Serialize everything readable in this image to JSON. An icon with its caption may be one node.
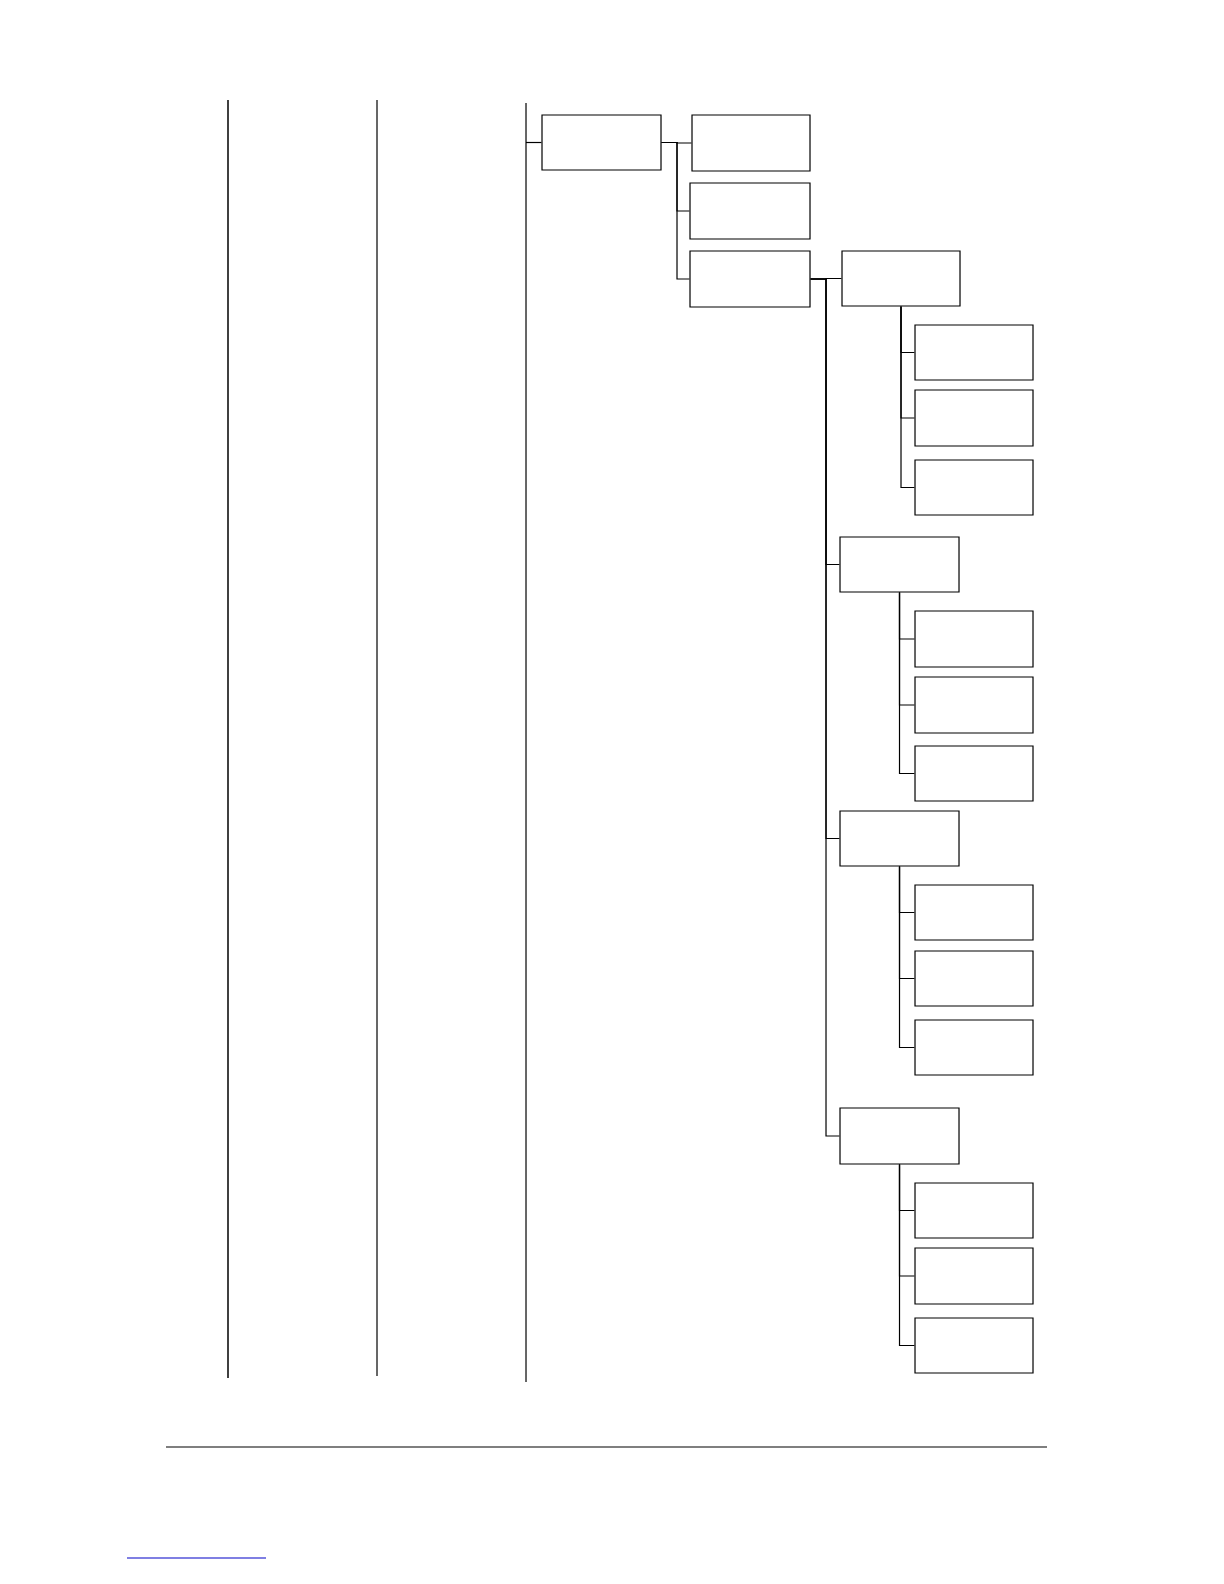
{
  "diagram": {
    "nodes": [
      {
        "text": [],
        "shape": "box"
      },
      {
        "text": [],
        "shape": "box"
      },
      {
        "text": [],
        "shape": "box"
      },
      {
        "text": [],
        "shape": "box"
      },
      {
        "text": [],
        "shape": "box"
      },
      {
        "text": [],
        "shape": "box"
      },
      {
        "text": [],
        "shape": "box"
      },
      {
        "text": [],
        "shape": "box"
      },
      {
        "text": [],
        "shape": "box"
      },
      {
        "text": [],
        "shape": "box"
      },
      {
        "text": [],
        "shape": "box"
      },
      {
        "text": [],
        "shape": "box"
      },
      {
        "text": [],
        "shape": "box"
      },
      {
        "text": [],
        "shape": "box"
      },
      {
        "text": [],
        "shape": "box"
      },
      {
        "text": [],
        "shape": "box"
      },
      {
        "text": [],
        "shape": "box"
      },
      {
        "text": [],
        "shape": "box"
      },
      {
        "text": [],
        "shape": "box"
      },
      {
        "text": [],
        "shape": "box"
      }
    ],
    "edges": [
      {
        "from": null,
        "to": 0,
        "arrow": "none"
      },
      {
        "from": 0,
        "to": 1,
        "arrow": "none"
      },
      {
        "from": 0,
        "to": 2,
        "arrow": "none"
      },
      {
        "from": 0,
        "to": 3,
        "arrow": "none"
      },
      {
        "from": 3,
        "to": 4,
        "arrow": "none"
      },
      {
        "from": 3,
        "to": 8,
        "arrow": "none"
      },
      {
        "from": 3,
        "to": 12,
        "arrow": "none"
      },
      {
        "from": 3,
        "to": 16,
        "arrow": "none"
      },
      {
        "from": 4,
        "to": 5,
        "arrow": "none"
      },
      {
        "from": 4,
        "to": 6,
        "arrow": "none"
      },
      {
        "from": 4,
        "to": 7,
        "arrow": "none"
      },
      {
        "from": 8,
        "to": 9,
        "arrow": "none"
      },
      {
        "from": 8,
        "to": 10,
        "arrow": "none"
      },
      {
        "from": 8,
        "to": 11,
        "arrow": "none"
      },
      {
        "from": 12,
        "to": 13,
        "arrow": "none"
      },
      {
        "from": 12,
        "to": 14,
        "arrow": "none"
      },
      {
        "from": 12,
        "to": 15,
        "arrow": "none"
      },
      {
        "from": 16,
        "to": 17,
        "arrow": "none"
      },
      {
        "from": 16,
        "to": 18,
        "arrow": "none"
      },
      {
        "from": 16,
        "to": 19,
        "arrow": "none"
      }
    ]
  }
}
